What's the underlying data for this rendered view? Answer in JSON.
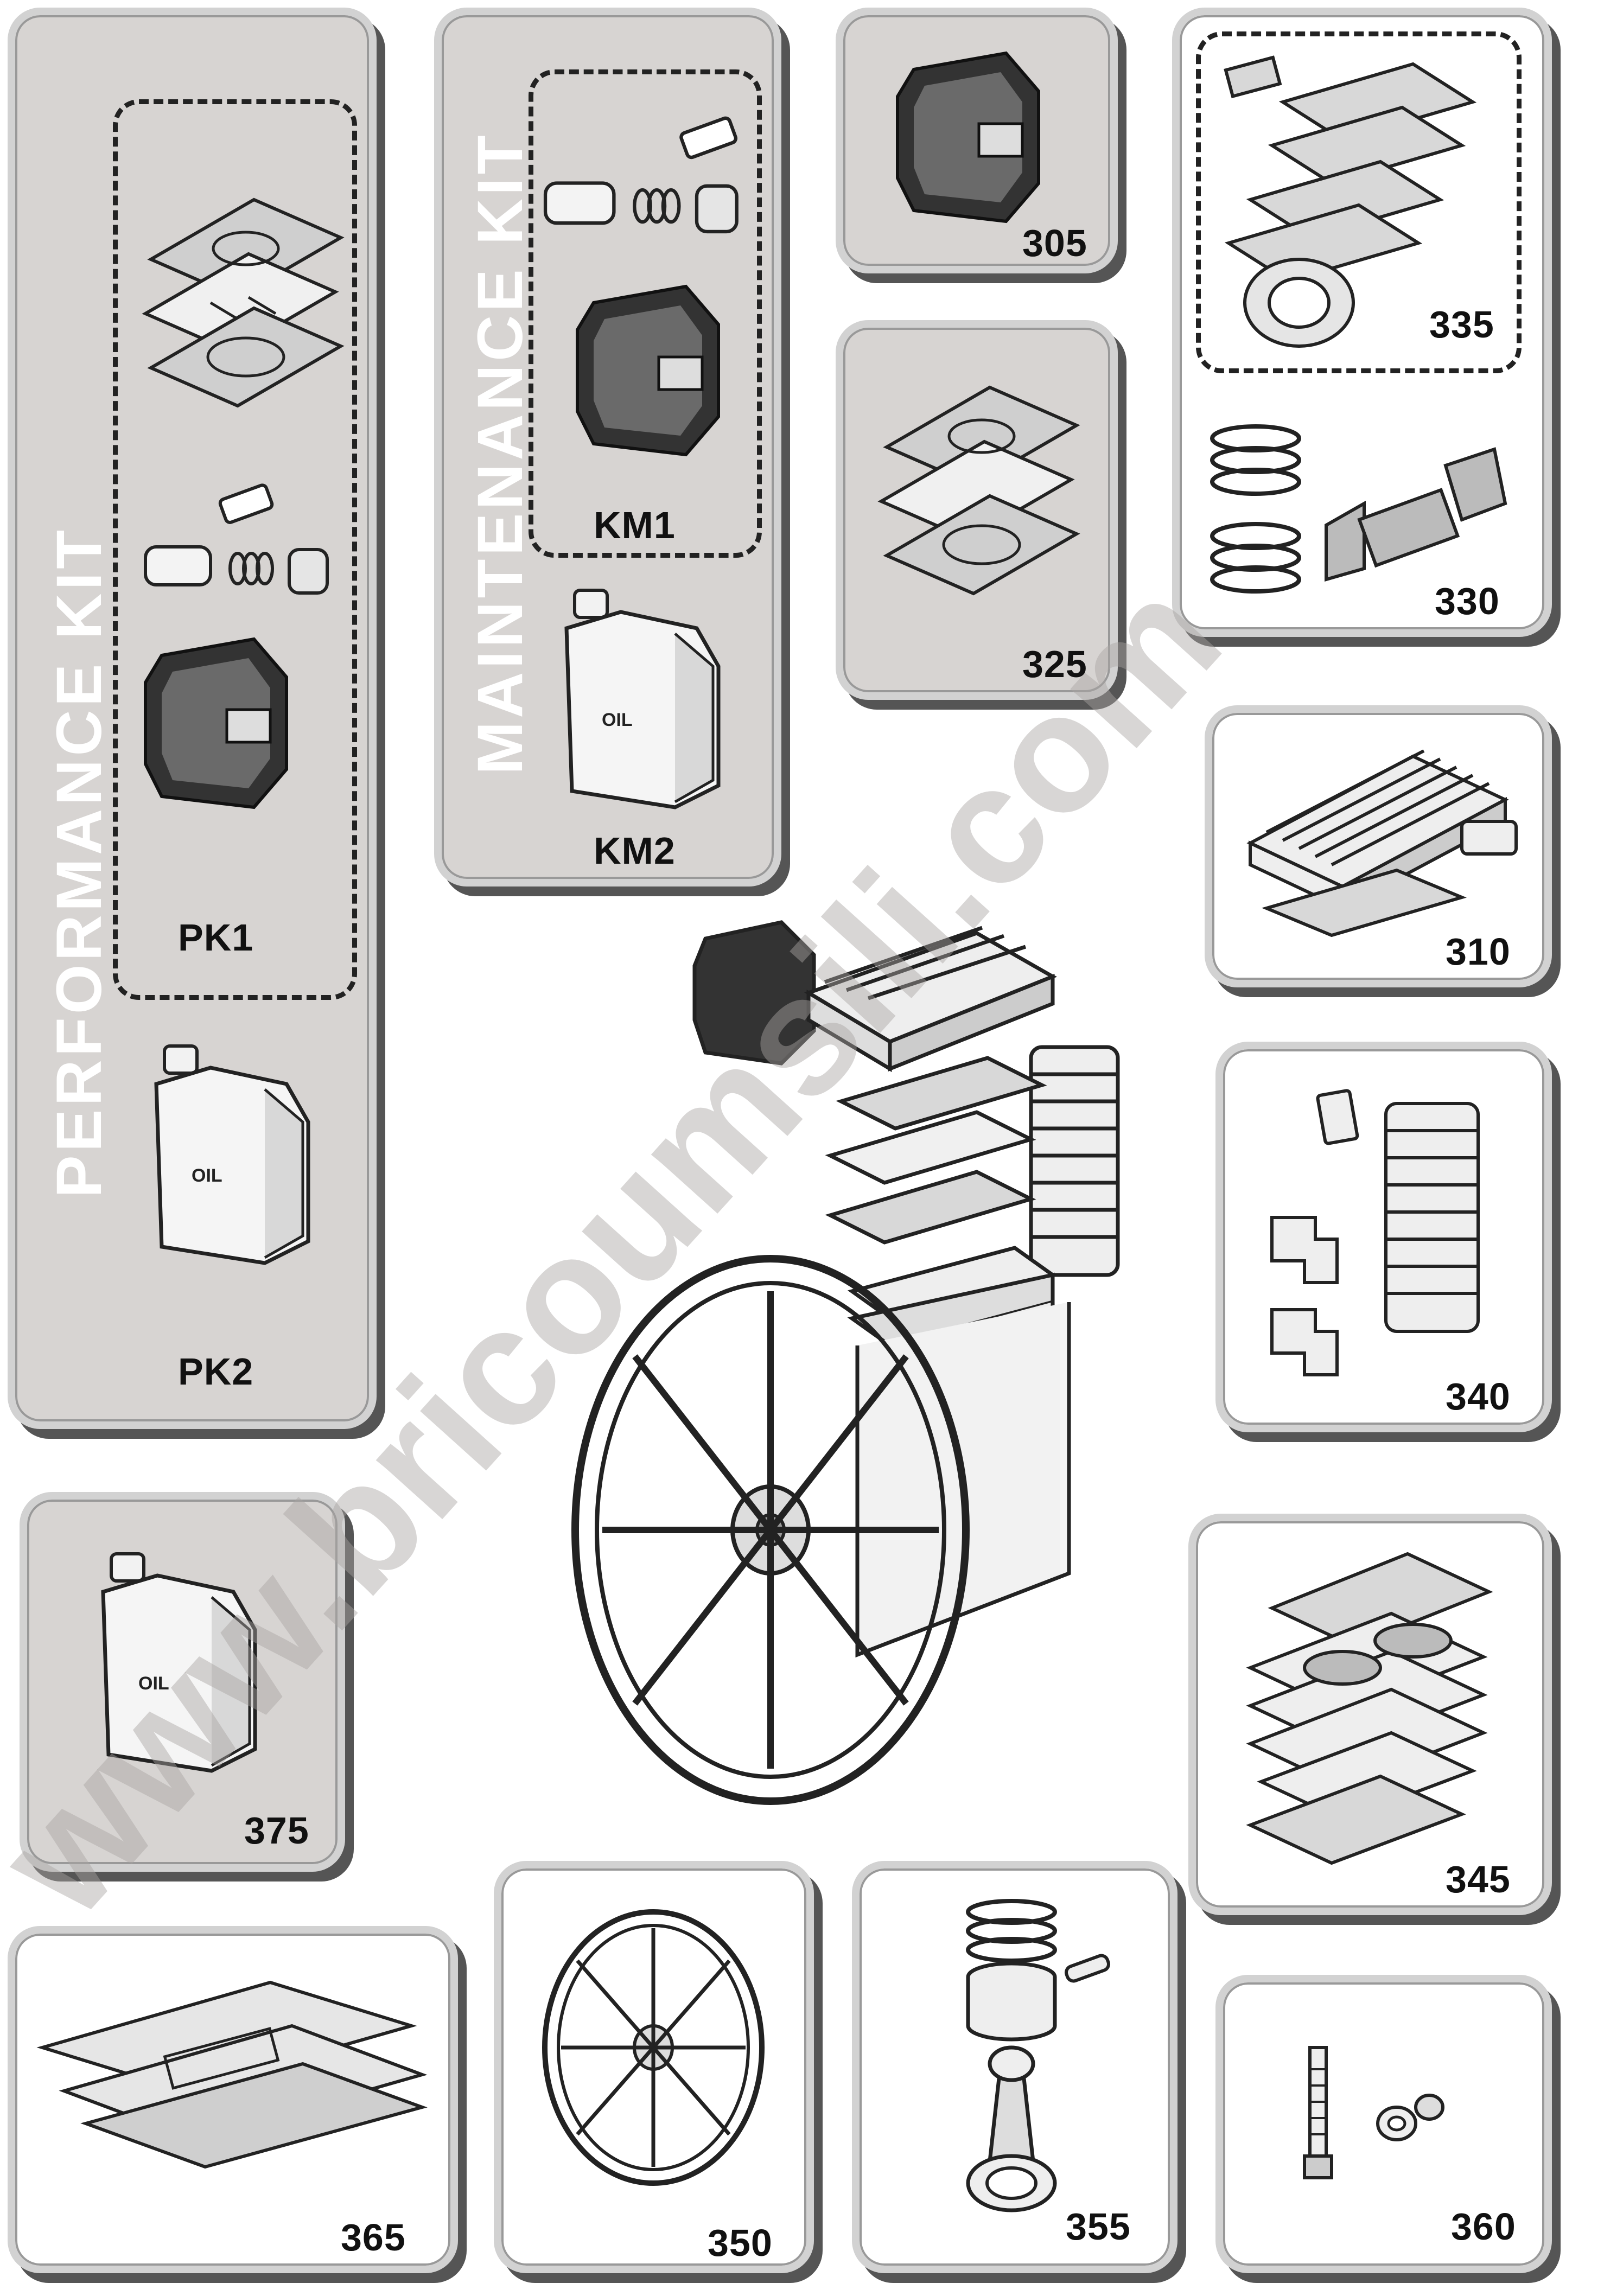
{
  "kits": {
    "performance": {
      "title": "PERFORMANCE  KIT",
      "pk1": "PK1",
      "pk2": "PK2"
    },
    "maintenance": {
      "title": "MAINTENANCE KIT",
      "km1": "KM1",
      "km2": "KM2"
    }
  },
  "oil_label": "OIL",
  "parts": {
    "p305": "305",
    "p325": "325",
    "p335": "335",
    "p330": "330",
    "p310": "310",
    "p340": "340",
    "p345": "345",
    "p375": "375",
    "p365": "365",
    "p350": "350",
    "p355": "355",
    "p360": "360"
  },
  "watermark": "www.bricoumsili.com",
  "colors": {
    "panel_grey": "#d7d4d2",
    "panel_border": "#d2d2d2",
    "shadow": "#555555",
    "label": "#111111"
  }
}
